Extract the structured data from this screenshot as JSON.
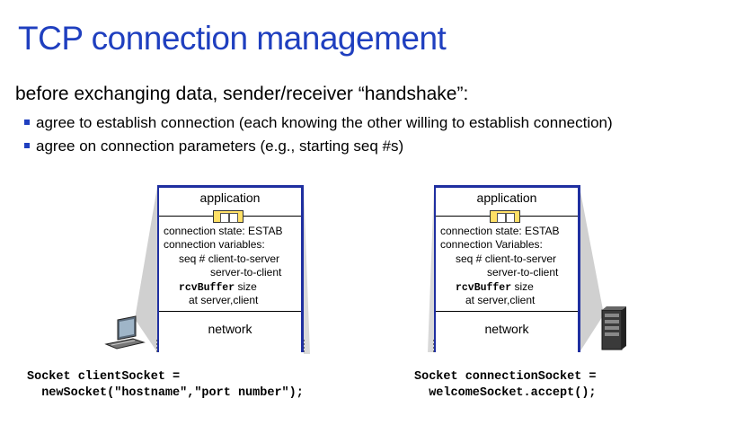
{
  "title": "TCP connection management",
  "intro": "before exchanging data, sender/receiver “handshake”:",
  "bullets": [
    "agree to establish connection (each knowing the other willing to establish connection)",
    "agree on connection parameters (e.g., starting seq #s)"
  ],
  "client": {
    "application": "application",
    "state": "connection state: ESTAB",
    "variables": "connection variables:",
    "seq": "seq # client-to-server",
    "seq2": "server-to-client",
    "rcvbuf": "rcvBuffer",
    "size": "size",
    "at": "at server,client",
    "network": "network",
    "code1": "Socket clientSocket =",
    "code2": "  newSocket(\"hostname\",\"port number\");"
  },
  "server": {
    "application": "application",
    "state": "connection state: ESTAB",
    "variables": "connection Variables:",
    "seq": "seq # client-to-server",
    "seq2": "server-to-client",
    "rcvbuf": "rcvBuffer",
    "size": "size",
    "at": "at server,client",
    "network": "network",
    "code1": "Socket connectionSocket =",
    "code2": "  welcomeSocket.accept();"
  },
  "icons": [
    "laptop-icon",
    "server-icon",
    "socket-icon"
  ],
  "colors": {
    "title": "#1f3fbf",
    "stack_border": "#1f2fa0",
    "socket": "#ffe066"
  }
}
